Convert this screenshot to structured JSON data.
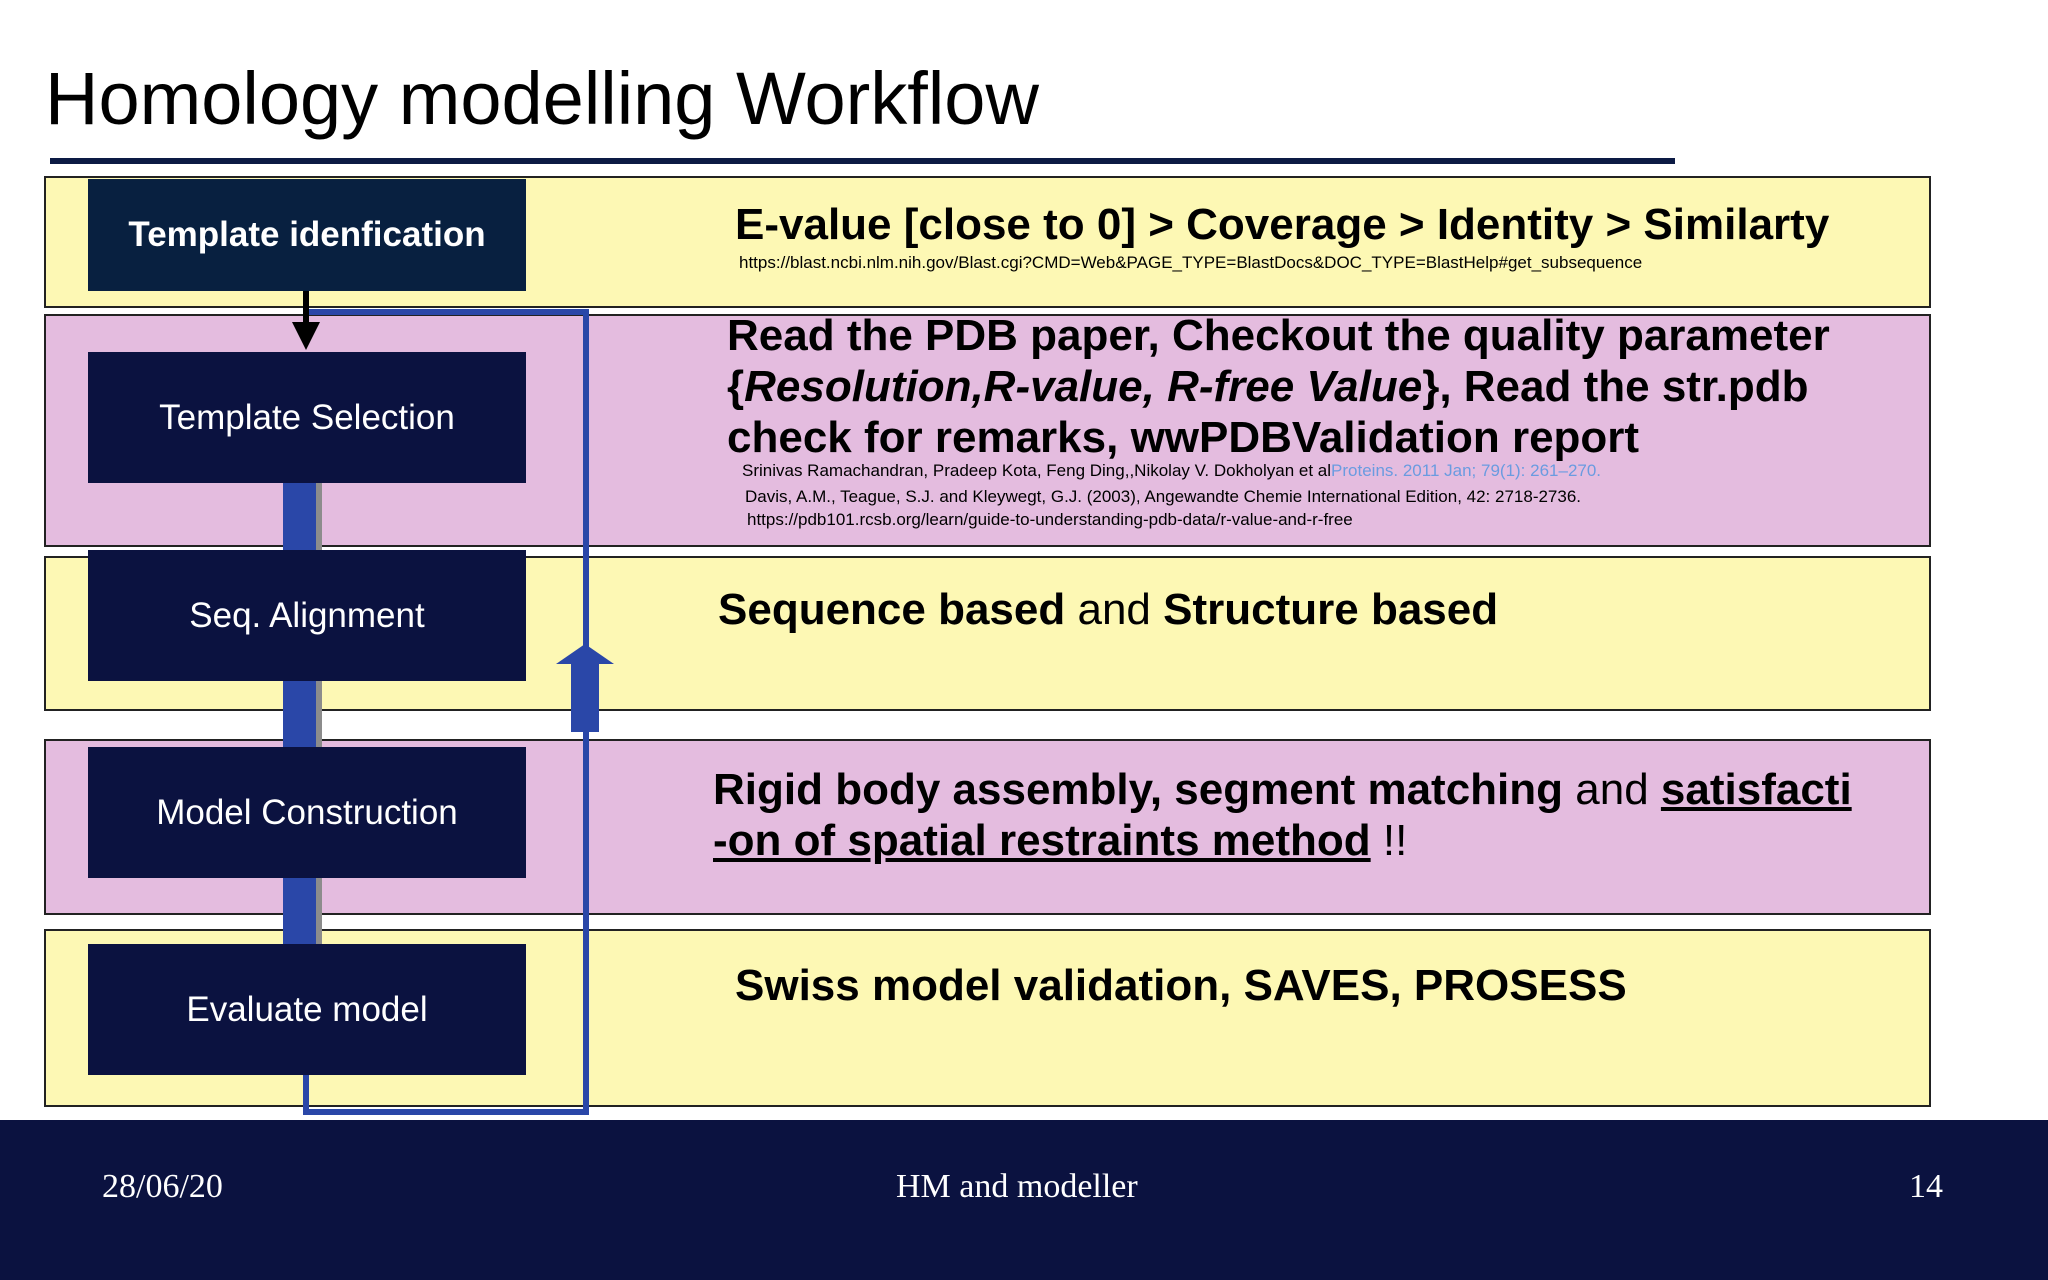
{
  "slide": {
    "title": "Homology modelling Workflow"
  },
  "steps": [
    {
      "label": "Template idenfication"
    },
    {
      "label": "Template Selection"
    },
    {
      "label": "Seq. Alignment"
    },
    {
      "label": "Model Construction"
    },
    {
      "label": "Evaluate model"
    }
  ],
  "rows": {
    "identification": {
      "heading": "E-value [close to 0] > Coverage > Identity > Similarty",
      "url": "https://blast.ncbi.nlm.nih.gov/Blast.cgi?CMD=Web&PAGE_TYPE=BlastDocs&DOC_TYPE=BlastHelp#get_subsequence"
    },
    "selection": {
      "line1": "Read the PDB paper, Checkout the quality parameter",
      "line2_open": "{",
      "line2_italic": "Resolution,R-value, R-free Value",
      "line2_rest": "}, Read the str.pdb",
      "line3": "check for remarks,  wwPDBValidation report",
      "ref1_text": "Srinivas Ramachandran, Pradeep Kota, Feng Ding,,Nikolay V. Dokholyan et al",
      "ref1_link": "Proteins. 2011 Jan; 79(1): 261–270.",
      "ref2": "Davis, A.M., Teague, S.J. and Kleywegt, G.J. (2003), Angewandte Chemie International Edition, 42: 2718-2736.",
      "ref3": "https://pdb101.rcsb.org/learn/guide-to-understanding-pdb-data/r-value-and-r-free"
    },
    "alignment": {
      "part1": "Sequence based",
      "part2": " and ",
      "part3": "Structure based"
    },
    "construction": {
      "part1": "Rigid body assembly, segment matching",
      "part2": " and ",
      "part3": "satisfacti",
      "part4": "-on of spatial restraints method",
      "part5": " !!"
    },
    "evaluation": {
      "heading": "Swiss model validation, SAVES, PROSESS"
    }
  },
  "footer": {
    "date": "28/06/20",
    "center": "HM and modeller",
    "page": "14"
  },
  "colors": {
    "yellow_band": "#fdf8b4",
    "pink_band": "#e4bcdf",
    "step_box": "#0b1240",
    "feedback_arrow": "#2a47a8",
    "footer_bg": "#0b1240",
    "link": "#6a9be0"
  }
}
